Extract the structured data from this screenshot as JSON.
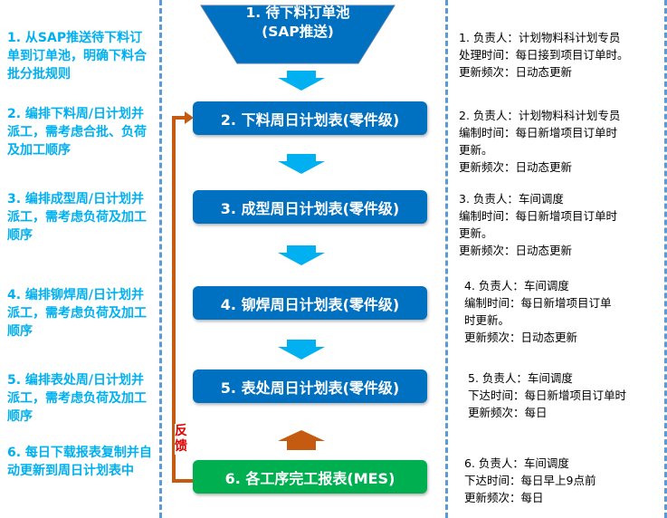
{
  "left_notes": [
    "1. 从SAP推送待下料订单到订单池，明确下料合批分批规则",
    "2. 编排下料周/日计划并派工，需考虑合批、负荷及加工顺序",
    "3. 编排成型周/日计划并派工，需考虑负荷及加工顺序",
    "4. 编排铆焊周/日计划并派工，需考虑负荷及加工顺序",
    "5. 编排表处周/日计划并派工，需考虑负荷及加工顺序",
    "6. 每日下载报表复制并自动更新到周日计划表中"
  ],
  "steps": [
    "1. 待下料订单池(SAP推送)",
    "2. 下料周日计划表(零件级)",
    "3. 成型周日计划表(零件级)",
    "4. 铆焊周日计划表(零件级)",
    "5. 表处周日计划表(零件级)",
    "6. 各工序完工报表(MES)"
  ],
  "feedback_label": "反馈",
  "right_notes": [
    "1. 负责人：计划物料科计划专员\n处理时间：每日接到项目订单时。\n更新频次：日动态更新",
    "2. 负责人：计划物料科计划专员\n编制时间：每日新增项目订单时\n更新。\n更新频次：日动态更新",
    "3. 负责人：车间调度\n编制时间：每日新增项目订单时\n更新。\n更新频次：日动态更新",
    "4. 负责人：车间调度\n编制时间：每日新增项目订单\n时更新。\n更新频次：日动态更新",
    "5. 负责人：车间调度\n下达时间：每日新增项目订单时\n更新频次：每日",
    "6. 负责人：车间调度\n下达时间：每日早上9点前\n更新频次：每日"
  ],
  "colors": {
    "box": "#0070c0",
    "final_box": "#00b050",
    "left_text": "#00b0f0",
    "feedback": "#c55a11",
    "arrow": "#00b0f0"
  }
}
